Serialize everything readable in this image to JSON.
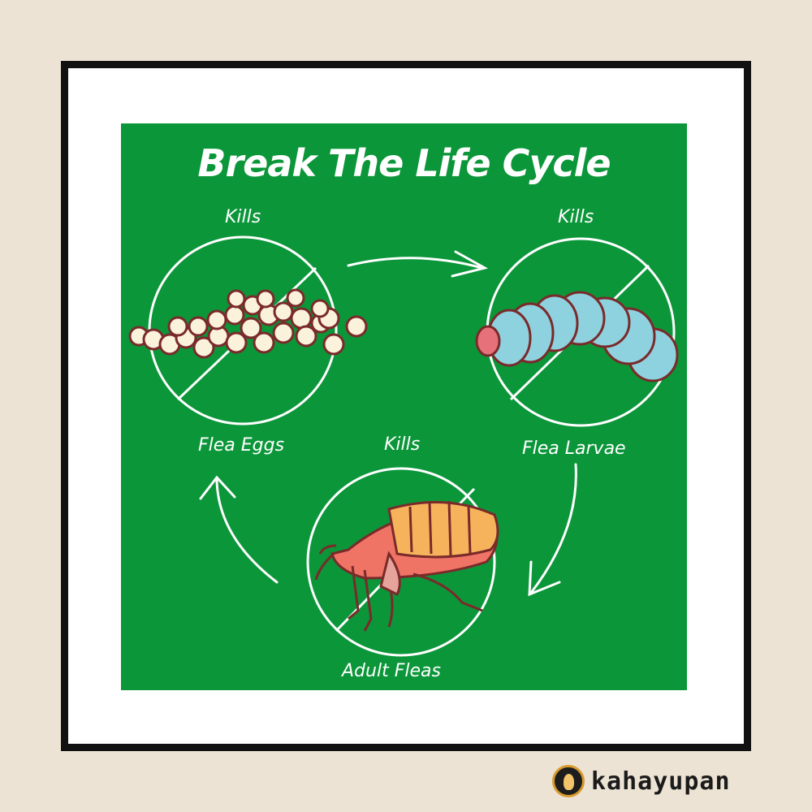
{
  "diagram": {
    "title": "Break The Life Cycle",
    "kills_label": "Kills",
    "stages": [
      {
        "name": "Flea Eggs",
        "kills": "Kills"
      },
      {
        "name": "Flea Larvae",
        "kills": "Kills"
      },
      {
        "name": "Adult Fleas",
        "kills": "Kills"
      }
    ]
  },
  "colors": {
    "panel_green": "#0b9639",
    "egg_fill": "#fbf2dc",
    "egg_outline": "#7a2a2a",
    "larva_fill": "#8fd2df",
    "larva_head": "#e6717a",
    "flea_body": "#f07466",
    "flea_abdomen": "#f6b35c",
    "background": "#ece3d4"
  },
  "brand": {
    "name": "kahayupan"
  }
}
